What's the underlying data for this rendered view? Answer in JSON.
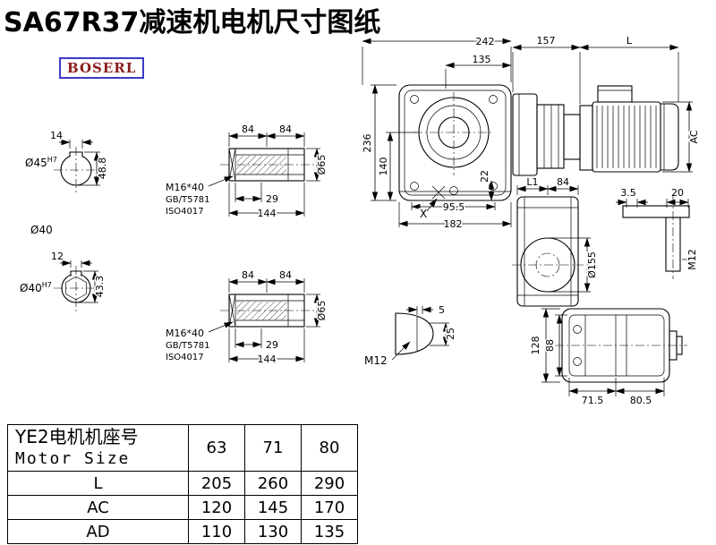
{
  "title": "SA67R37减速机电机尺寸图纸",
  "logo": "BOSERL",
  "shaft_end_1": {
    "key_width": "14",
    "bore": "Ø45",
    "bore_tol": "H7",
    "depth": "48.8",
    "outer_dia": "Ø40"
  },
  "shaft_end_2": {
    "key_width": "12",
    "bore": "Ø40",
    "bore_tol": "H7",
    "depth": "43.3"
  },
  "shaft_side_1": {
    "seg1": "84",
    "seg2": "84",
    "thread": "M16*40",
    "std1": "GB/T5781",
    "std2": "ISO4017",
    "thread_len": "29",
    "total_len": "144",
    "dia": "Ø65"
  },
  "shaft_side_2": {
    "seg1": "84",
    "seg2": "84",
    "thread": "M16*40",
    "std1": "GB/T5781",
    "std2": "ISO4017",
    "thread_len": "29",
    "total_len": "144",
    "dia": "Ø65"
  },
  "front_view": {
    "overall_width": "242",
    "flange_offset": "135",
    "overall_height": "236",
    "axis_height": "140",
    "foot_height": "22",
    "bolt_span": "95.5",
    "base_width": "182",
    "x_mark": "X"
  },
  "motor_view": {
    "gear_length": "157",
    "motor_length": "L",
    "motor_height": "AC"
  },
  "side_view": {
    "l1": "L1",
    "width": "84",
    "gap": "3.5",
    "cover": "20",
    "flange_dia": "Ø155",
    "thread": "M12"
  },
  "bottom_view": {
    "overall_width": "128",
    "inner_width": "88",
    "left_span": "71.5",
    "right_span": "80.5"
  },
  "key_detail": {
    "depth": "5",
    "width": "25",
    "tap": "M12"
  },
  "table": {
    "header_cn": "YE2电机机座号",
    "header_en": "Motor Size",
    "sizes": [
      "63",
      "71",
      "80"
    ],
    "rows": [
      {
        "label": "L",
        "values": [
          "205",
          "260",
          "290"
        ]
      },
      {
        "label": "AC",
        "values": [
          "120",
          "145",
          "170"
        ]
      },
      {
        "label": "AD",
        "values": [
          "110",
          "130",
          "135"
        ]
      }
    ]
  }
}
